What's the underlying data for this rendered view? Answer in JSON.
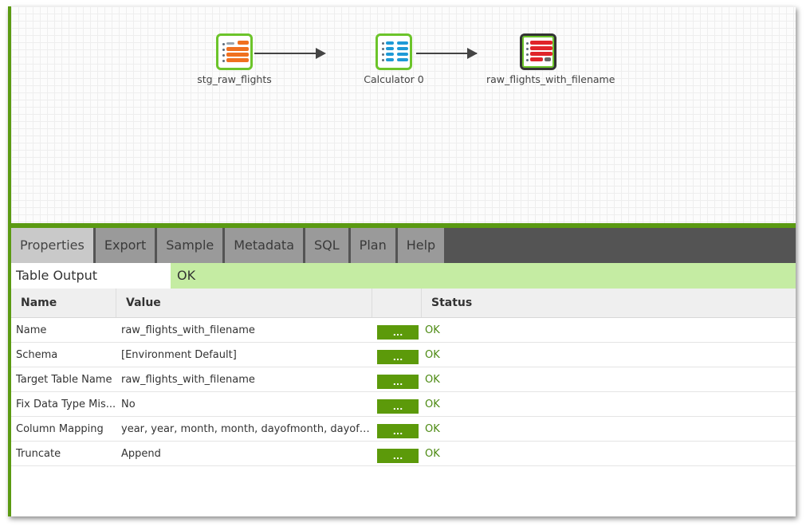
{
  "canvas": {
    "nodes": [
      {
        "label": "stg_raw_flights",
        "icon": "table-input-icon"
      },
      {
        "label": "Calculator 0",
        "icon": "calculator-icon"
      },
      {
        "label": "raw_flights_with_filename",
        "icon": "table-output-icon"
      }
    ]
  },
  "tabs": [
    "Properties",
    "Export",
    "Sample",
    "Metadata",
    "SQL",
    "Plan",
    "Help"
  ],
  "component": {
    "type": "Table Output",
    "status": "OK"
  },
  "table": {
    "headers": [
      "Name",
      "Value",
      "",
      "Status"
    ],
    "button_label": "...",
    "rows": [
      {
        "name": "Name",
        "value": "raw_flights_with_filename",
        "status": "OK"
      },
      {
        "name": "Schema",
        "value": "[Environment Default]",
        "status": "OK"
      },
      {
        "name": "Target Table Name",
        "value": "raw_flights_with_filename",
        "status": "OK"
      },
      {
        "name": "Fix Data Type Mis...",
        "value": "No",
        "status": "OK"
      },
      {
        "name": "Column Mapping",
        "value": "year, year, month, month, dayofmonth, dayofmont...",
        "status": "OK"
      },
      {
        "name": "Truncate",
        "value": "Append",
        "status": "OK"
      }
    ]
  },
  "colors": {
    "accent": "#5b9a12",
    "ok_banner": "#c5eca3",
    "button": "#5c9a0a"
  }
}
